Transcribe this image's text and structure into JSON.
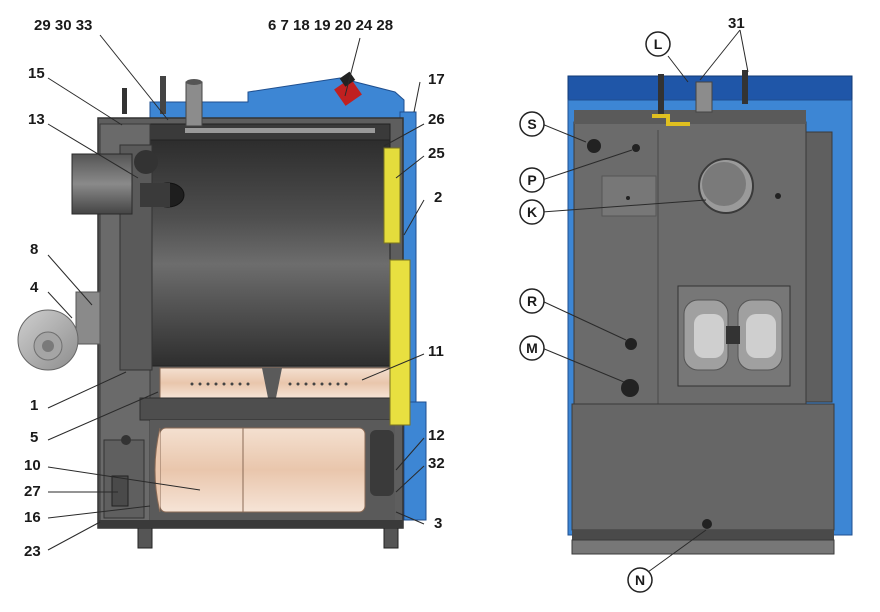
{
  "left_labels": {
    "top_left": "29 30 33",
    "top_right": "6 7 18 19 20 24 28",
    "l15": "15",
    "l13": "13",
    "l8": "8",
    "l4": "4",
    "l1": "1",
    "l5": "5",
    "l10": "10",
    "l27": "27",
    "l16": "16",
    "l23": "23",
    "l17": "17",
    "l26": "26",
    "l25": "25",
    "l2": "2",
    "l11": "11",
    "l12": "12",
    "l32": "32",
    "l3": "3"
  },
  "right_labels": {
    "l31": "31",
    "L": "L",
    "S": "S",
    "P": "P",
    "K": "K",
    "R": "R",
    "M": "M",
    "N": "N"
  },
  "colors": {
    "blue": "#3d86d4",
    "dark_blue": "#1f56a8",
    "steel": "#6b6b6b",
    "steel_dark": "#4a4a4a",
    "steel_light": "#8a8a8a",
    "refractory": "#f1d6c2",
    "yellow": "#e8e040"
  }
}
